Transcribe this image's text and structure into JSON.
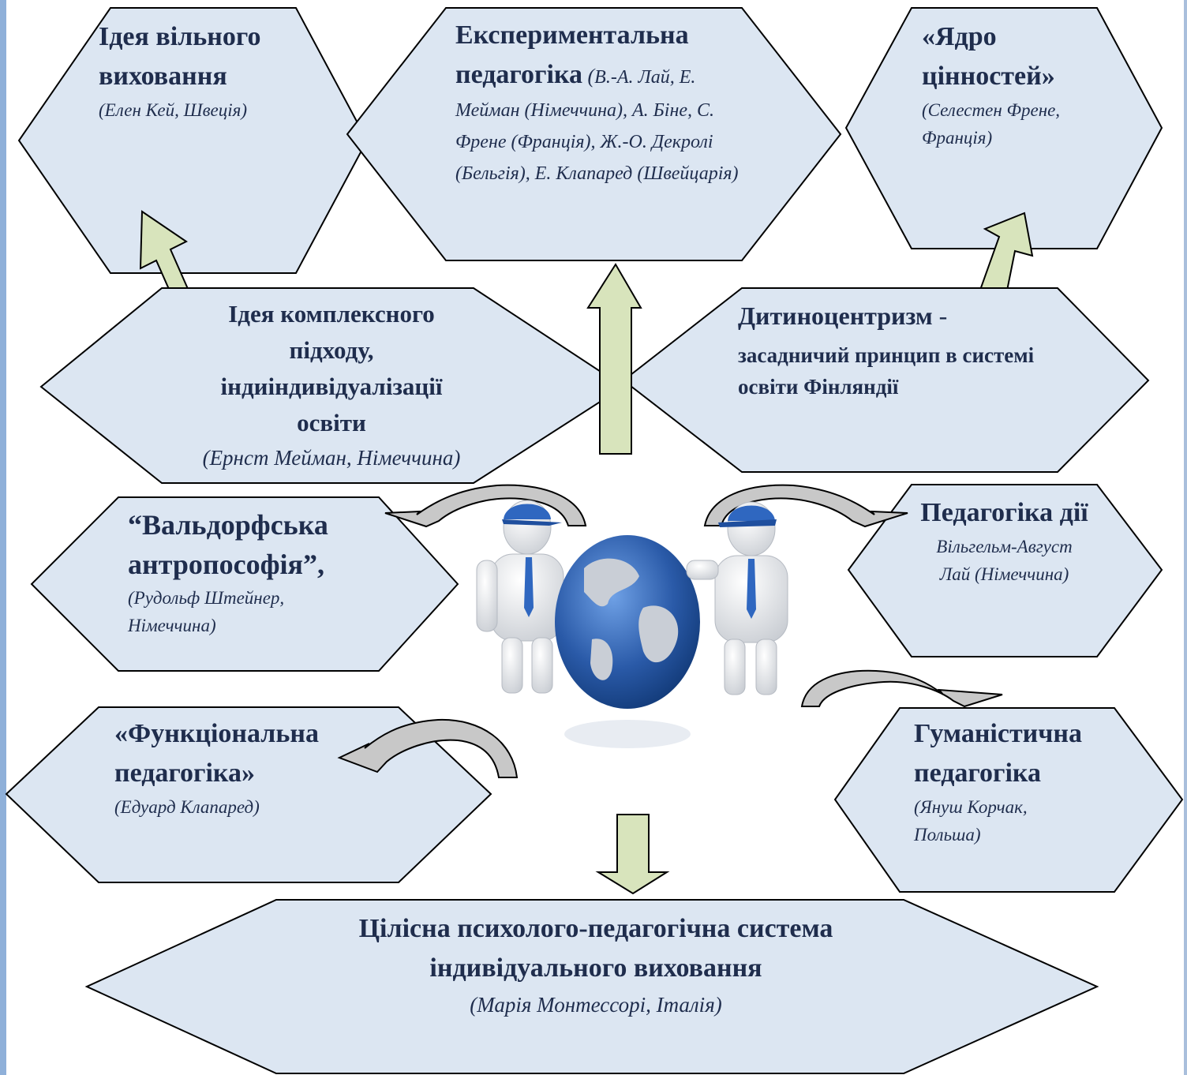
{
  "nodes": {
    "free_upbringing": {
      "title": "Ідея вільного виховання",
      "subtitle": "(Елен Кей, Швеція)"
    },
    "experimental": {
      "title_line1": "Експериментальна",
      "title_line2": "педагогіка",
      "subtitle_start": "(",
      "subtitle": "В.-А. Лай, Е. Мейман (Німеччина), А. Біне, С. Френе (Франція), Ж.-О. Декролі (Бельгія), Е. Клапаред (Швейцарія)"
    },
    "core_values": {
      "title": "«Ядро цінностей»",
      "subtitle": "(Селестен Френе, Франція)"
    },
    "complex_approach": {
      "title": "Ідея комплексного підходу, індиіндивідуалізації освіти",
      "subtitle": "(Ернст Мейман, Німеччина)"
    },
    "child_centrism": {
      "title": "Дитиноцентризм",
      "dash": " -",
      "subtitle": "засадничий принцип в системі освіти Фінляндії"
    },
    "waldorf": {
      "title": "“Вальдорфська антропософія”,",
      "subtitle": "(Рудольф Штейнер, Німеччина)"
    },
    "action_pedagogy": {
      "title": "Педагогіка дії",
      "subtitle": "Вільгельм-Август Лай (Німеччина)"
    },
    "functional": {
      "title": "«Функціональна педагогіка»",
      "subtitle": "(Едуард Клапаред)"
    },
    "humanistic": {
      "title": "Гуманістична педагогіка",
      "subtitle": "(Януш Корчак, Польша)"
    },
    "montessori": {
      "title": "Цілісна психолого-педагогічна система індивідуального виховання",
      "subtitle": "(Марія Монтессорі, Італія)"
    }
  },
  "illustration": {
    "icon": "two-figures-with-globe-icon"
  },
  "colors": {
    "hexagon_fill": "#dce6f2",
    "green_arrow": "#d8e4bc",
    "gray_arrow": "#c8c8c8",
    "text": "#1f2d4d",
    "globe": "#2a5aa8",
    "cap": "#2f67c0"
  }
}
